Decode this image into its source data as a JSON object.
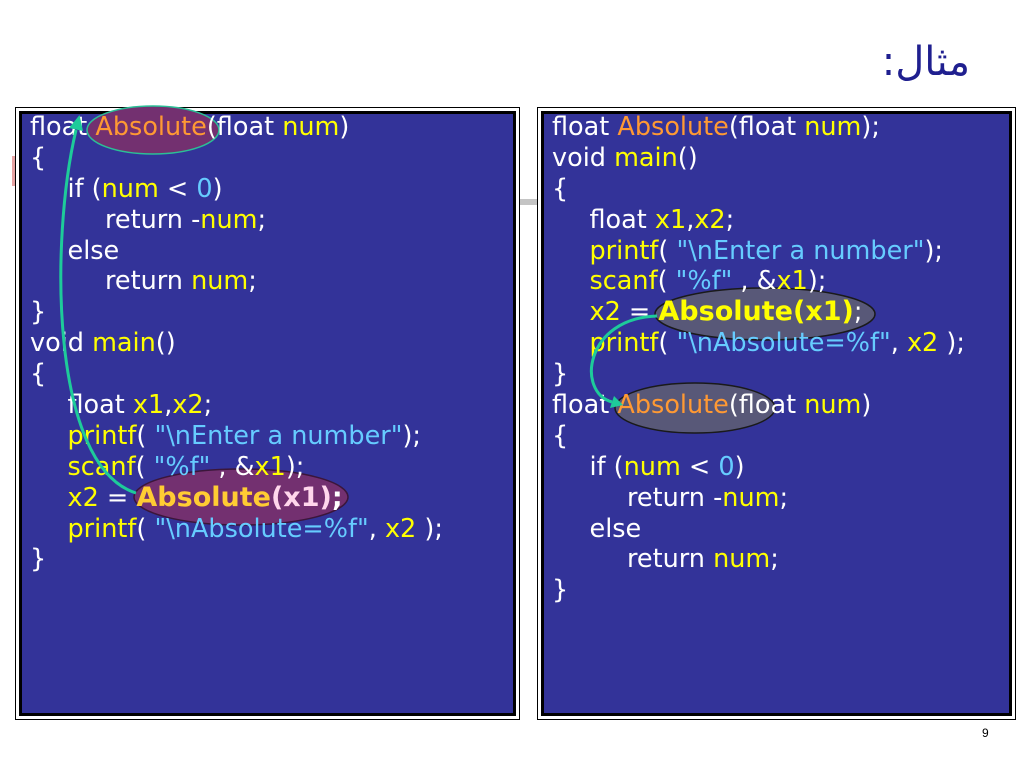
{
  "slide": {
    "title": "مثال:",
    "page_number": "9"
  },
  "colors": {
    "panel_background": "#333399",
    "title_text": "#1f1f8f"
  },
  "panels": [
    {
      "lines": [
        {
          "depth": 0,
          "tokens": [
            {
              "t": "float ",
              "c": "#ffffff"
            },
            {
              "t": "Absolute",
              "c": "#ff9933"
            },
            {
              "t": "(float ",
              "c": "#ffffff"
            },
            {
              "t": "num",
              "c": "#ffff00"
            },
            {
              "t": ")",
              "c": "#ffffff"
            }
          ]
        },
        {
          "depth": 0,
          "tokens": [
            {
              "t": "{",
              "c": "#ffffff"
            }
          ]
        },
        {
          "depth": 1,
          "tokens": [
            {
              "t": "if (",
              "c": "#ffffff"
            },
            {
              "t": "num",
              "c": "#ffff00"
            },
            {
              "t": " < ",
              "c": "#ffffff"
            },
            {
              "t": "0",
              "c": "#66ccff"
            },
            {
              "t": ")",
              "c": "#ffffff"
            }
          ]
        },
        {
          "depth": 2,
          "tokens": [
            {
              "t": "return -",
              "c": "#ffffff"
            },
            {
              "t": "num",
              "c": "#ffff00"
            },
            {
              "t": ";",
              "c": "#ffffff"
            }
          ]
        },
        {
          "depth": 1,
          "tokens": [
            {
              "t": "else",
              "c": "#ffffff"
            }
          ]
        },
        {
          "depth": 2,
          "tokens": [
            {
              "t": "return ",
              "c": "#ffffff"
            },
            {
              "t": "num",
              "c": "#ffff00"
            },
            {
              "t": ";",
              "c": "#ffffff"
            }
          ]
        },
        {
          "depth": 0,
          "tokens": [
            {
              "t": "}",
              "c": "#ffffff"
            }
          ]
        },
        {
          "depth": 0,
          "tokens": [
            {
              "t": "void ",
              "c": "#ffffff"
            },
            {
              "t": "main",
              "c": "#ffff00"
            },
            {
              "t": "()",
              "c": "#ffffff"
            }
          ]
        },
        {
          "depth": 0,
          "tokens": [
            {
              "t": "{",
              "c": "#ffffff"
            }
          ]
        },
        {
          "depth": 1,
          "tokens": [
            {
              "t": "float ",
              "c": "#ffffff"
            },
            {
              "t": "x1",
              "c": "#ffff00"
            },
            {
              "t": ",",
              "c": "#ffffff"
            },
            {
              "t": "x2",
              "c": "#ffff00"
            },
            {
              "t": ";",
              "c": "#ffffff"
            }
          ]
        },
        {
          "depth": 1,
          "tokens": [
            {
              "t": "printf",
              "c": "#ffff00"
            },
            {
              "t": "( ",
              "c": "#ffffff"
            },
            {
              "t": "\"\\nEnter a number\"",
              "c": "#66ccff"
            },
            {
              "t": ");",
              "c": "#ffffff"
            }
          ]
        },
        {
          "depth": 1,
          "tokens": [
            {
              "t": "scanf",
              "c": "#ffff00"
            },
            {
              "t": "( ",
              "c": "#ffffff"
            },
            {
              "t": "\"%f\"",
              "c": "#66ccff"
            },
            {
              "t": " , &",
              "c": "#ffffff"
            },
            {
              "t": "x1",
              "c": "#ffff00"
            },
            {
              "t": ");",
              "c": "#ffffff"
            }
          ]
        },
        {
          "depth": 1,
          "tokens": [
            {
              "t": "x2",
              "c": "#ffff00"
            },
            {
              "t": " = ",
              "c": "#ffffff"
            },
            {
              "t": "Absolute",
              "c": "#ffcc33",
              "b": true
            },
            {
              "t": "(x1)",
              "c": "#ffd6ec",
              "b": true
            },
            {
              "t": ";",
              "c": "#ffffff",
              "b": true
            }
          ]
        },
        {
          "depth": 1,
          "tokens": [
            {
              "t": "printf",
              "c": "#ffff00"
            },
            {
              "t": "( ",
              "c": "#ffffff"
            },
            {
              "t": "\"\\nAbsolute=%f\"",
              "c": "#66ccff"
            },
            {
              "t": ", ",
              "c": "#ffffff"
            },
            {
              "t": "x2",
              "c": "#ffff00"
            },
            {
              "t": " );",
              "c": "#ffffff"
            }
          ]
        },
        {
          "depth": 0,
          "tokens": [
            {
              "t": "}",
              "c": "#ffffff"
            }
          ]
        }
      ]
    },
    {
      "lines": [
        {
          "depth": 0,
          "tokens": [
            {
              "t": "float ",
              "c": "#ffffff"
            },
            {
              "t": "Absolute",
              "c": "#ff9933"
            },
            {
              "t": "(float ",
              "c": "#ffffff"
            },
            {
              "t": "num",
              "c": "#ffff00"
            },
            {
              "t": ");",
              "c": "#ffffff"
            }
          ]
        },
        {
          "depth": 0,
          "tokens": [
            {
              "t": "void ",
              "c": "#ffffff"
            },
            {
              "t": "main",
              "c": "#ffff00"
            },
            {
              "t": "()",
              "c": "#ffffff"
            }
          ]
        },
        {
          "depth": 0,
          "tokens": [
            {
              "t": "{",
              "c": "#ffffff"
            }
          ]
        },
        {
          "depth": 1,
          "tokens": [
            {
              "t": "float ",
              "c": "#ffffff"
            },
            {
              "t": "x1",
              "c": "#ffff00"
            },
            {
              "t": ",",
              "c": "#ffffff"
            },
            {
              "t": "x2",
              "c": "#ffff00"
            },
            {
              "t": ";",
              "c": "#ffffff"
            }
          ]
        },
        {
          "depth": 1,
          "tokens": [
            {
              "t": "printf",
              "c": "#ffff00"
            },
            {
              "t": "( ",
              "c": "#ffffff"
            },
            {
              "t": "\"\\nEnter a number\"",
              "c": "#66ccff"
            },
            {
              "t": ");",
              "c": "#ffffff"
            }
          ]
        },
        {
          "depth": 1,
          "tokens": [
            {
              "t": "scanf",
              "c": "#ffff00"
            },
            {
              "t": "( ",
              "c": "#ffffff"
            },
            {
              "t": "\"%f\"",
              "c": "#66ccff"
            },
            {
              "t": " , &",
              "c": "#ffffff"
            },
            {
              "t": "x1",
              "c": "#ffff00"
            },
            {
              "t": ");",
              "c": "#ffffff"
            }
          ]
        },
        {
          "depth": 1,
          "tokens": [
            {
              "t": "x2",
              "c": "#ffff00"
            },
            {
              "t": " = ",
              "c": "#ffffff"
            },
            {
              "t": "Absolute(x1)",
              "c": "#ffff00",
              "b": true
            },
            {
              "t": ";",
              "c": "#ffffff"
            }
          ]
        },
        {
          "depth": 1,
          "tokens": [
            {
              "t": "printf",
              "c": "#ffff00"
            },
            {
              "t": "( ",
              "c": "#ffffff"
            },
            {
              "t": "\"\\nAbsolute=%f\"",
              "c": "#66ccff"
            },
            {
              "t": ", ",
              "c": "#ffffff"
            },
            {
              "t": "x2",
              "c": "#ffff00"
            },
            {
              "t": " );",
              "c": "#ffffff"
            }
          ]
        },
        {
          "depth": 0,
          "tokens": [
            {
              "t": "}",
              "c": "#ffffff"
            }
          ]
        },
        {
          "depth": 0,
          "tokens": [
            {
              "t": "float ",
              "c": "#ffffff"
            },
            {
              "t": "Absolute",
              "c": "#ff9933"
            },
            {
              "t": "(float ",
              "c": "#ffffff"
            },
            {
              "t": "num",
              "c": "#ffff00"
            },
            {
              "t": ")",
              "c": "#ffffff"
            }
          ]
        },
        {
          "depth": 0,
          "tokens": [
            {
              "t": "{",
              "c": "#ffffff"
            }
          ]
        },
        {
          "depth": 1,
          "tokens": [
            {
              "t": "if (",
              "c": "#ffffff"
            },
            {
              "t": "num",
              "c": "#ffff00"
            },
            {
              "t": " < ",
              "c": "#ffffff"
            },
            {
              "t": "0",
              "c": "#66ccff"
            },
            {
              "t": ")",
              "c": "#ffffff"
            }
          ]
        },
        {
          "depth": 2,
          "tokens": [
            {
              "t": "return -",
              "c": "#ffffff"
            },
            {
              "t": "num",
              "c": "#ffff00"
            },
            {
              "t": ";",
              "c": "#ffffff"
            }
          ]
        },
        {
          "depth": 1,
          "tokens": [
            {
              "t": "else",
              "c": "#ffffff"
            }
          ]
        },
        {
          "depth": 2,
          "tokens": [
            {
              "t": "return ",
              "c": "#ffffff"
            },
            {
              "t": "num",
              "c": "#ffff00"
            },
            {
              "t": ";",
              "c": "#ffffff"
            }
          ]
        },
        {
          "depth": 0,
          "tokens": [
            {
              "t": "}",
              "c": "#ffffff"
            }
          ]
        }
      ]
    }
  ]
}
